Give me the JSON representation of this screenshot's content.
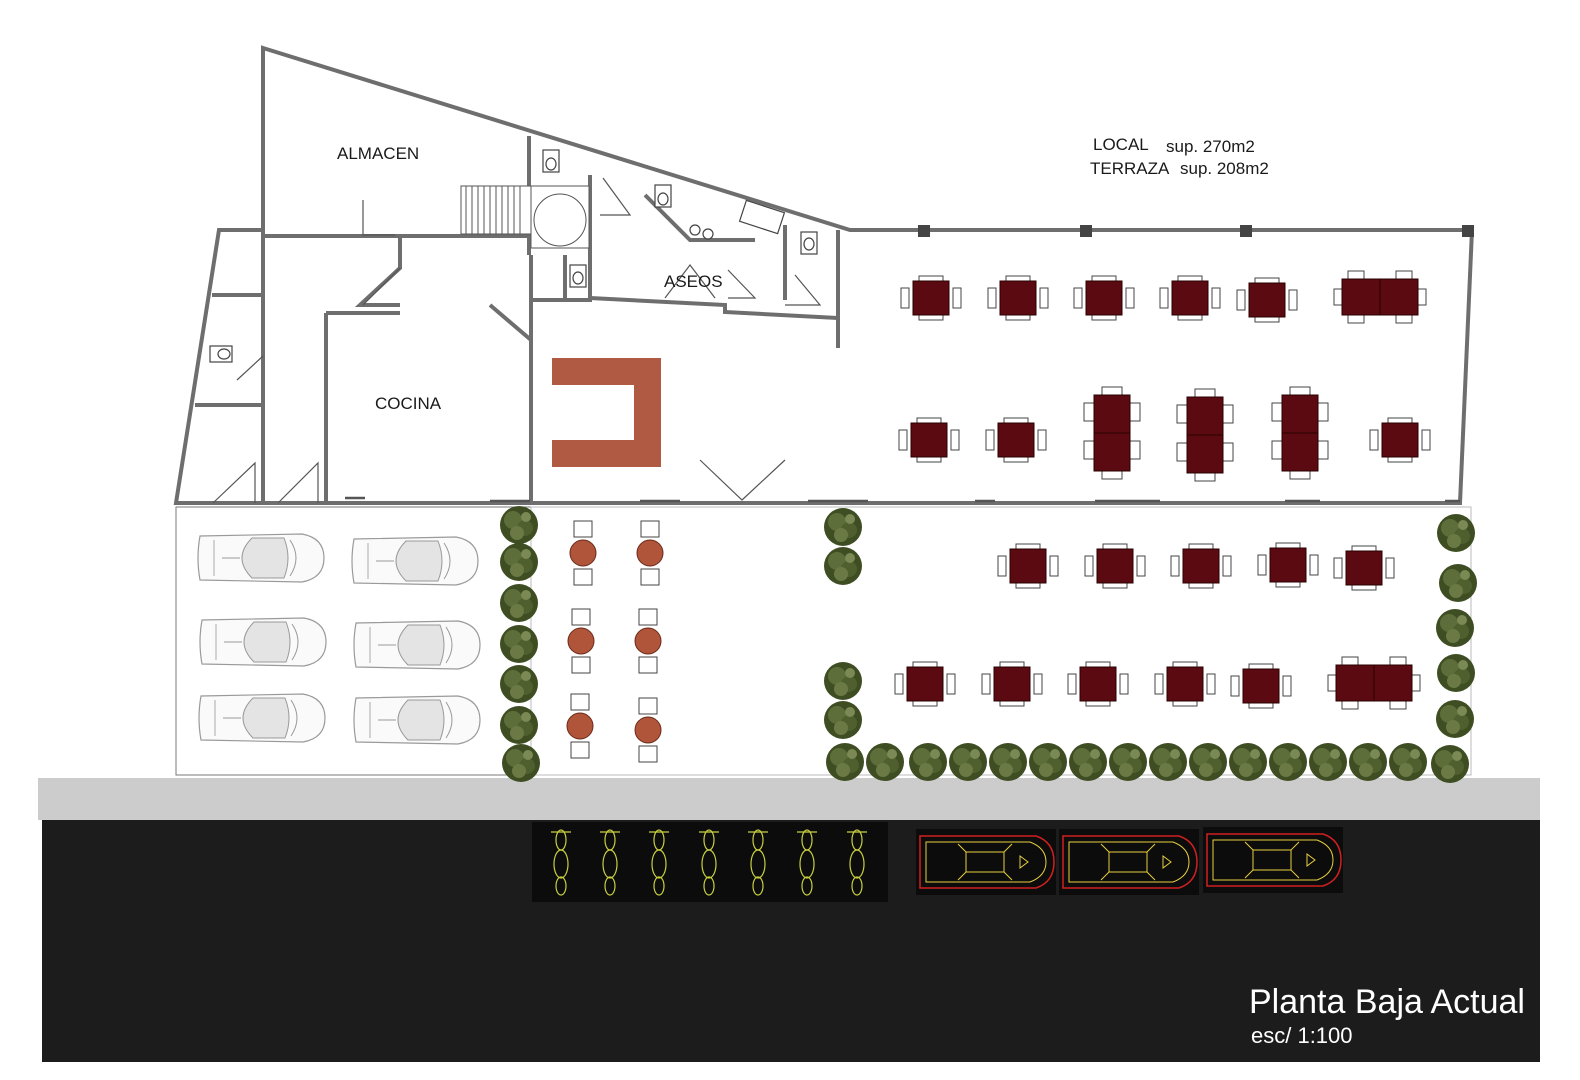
{
  "rooms": {
    "almacen": "ALMACEN",
    "cocina": "COCINA",
    "aseos": "ASEOS"
  },
  "areas": {
    "local_label": "LOCAL",
    "local_value": "sup. 270m2",
    "terraza_label": "TERRAZA",
    "terraza_value": "sup. 208m2"
  },
  "title": {
    "main": "Planta Baja Actual",
    "scale": "esc/ 1:100"
  },
  "colors": {
    "wall": "#7a7a7a",
    "table": "#5a0a10",
    "bar_counter": "#b05a44",
    "round_table": "#b0553a",
    "shrub": "#4a5a2a",
    "sidewalk": "#cccccc",
    "road": "#1c1c1c",
    "moto_outline": "#c8d040",
    "car_outline_red": "#d02020",
    "car_outline_yellow": "#e8d040"
  },
  "icons": {
    "parked_car": "parked-car-icon",
    "motorcycle": "motorcycle-icon",
    "street_car": "street-car-icon",
    "shrub": "shrub-icon",
    "toilet": "toilet-icon",
    "staircase": "staircase-icon",
    "column": "column-icon"
  }
}
